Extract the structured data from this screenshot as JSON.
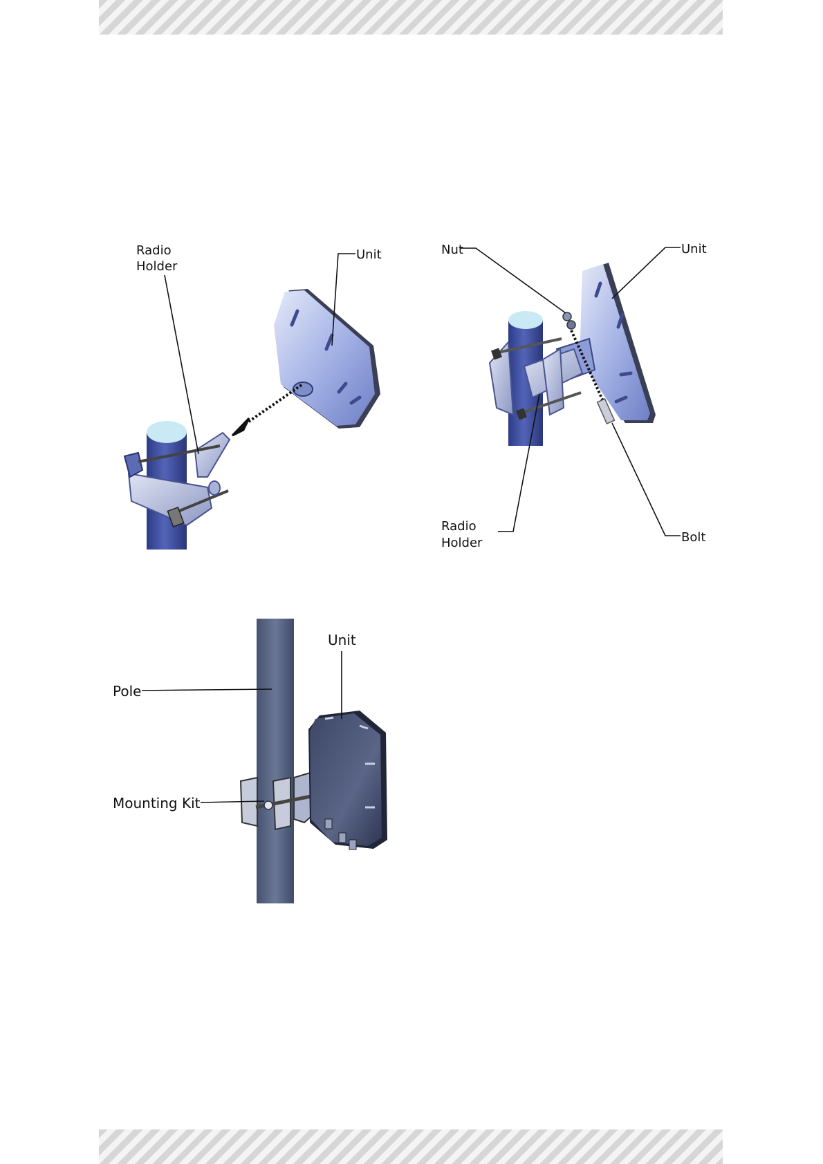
{
  "figure1": {
    "label_radio_holder_1": "Radio",
    "label_radio_holder_2": "Holder",
    "label_unit": "Unit"
  },
  "figure2": {
    "label_nut": "Nut",
    "label_unit": "Unit",
    "label_radio_holder_1": "Radio",
    "label_radio_holder_2": "Holder",
    "label_bolt": "Bolt"
  },
  "figure3": {
    "label_unit": "Unit",
    "label_pole": "Pole",
    "label_mounting_kit": "Mounting Kit"
  },
  "colors": {
    "unit_blue": "#8f9fd8",
    "pole_blue": "#3f4f9a",
    "pole_slate": "#52607e",
    "bracket_grey": "#b9c1dc"
  }
}
